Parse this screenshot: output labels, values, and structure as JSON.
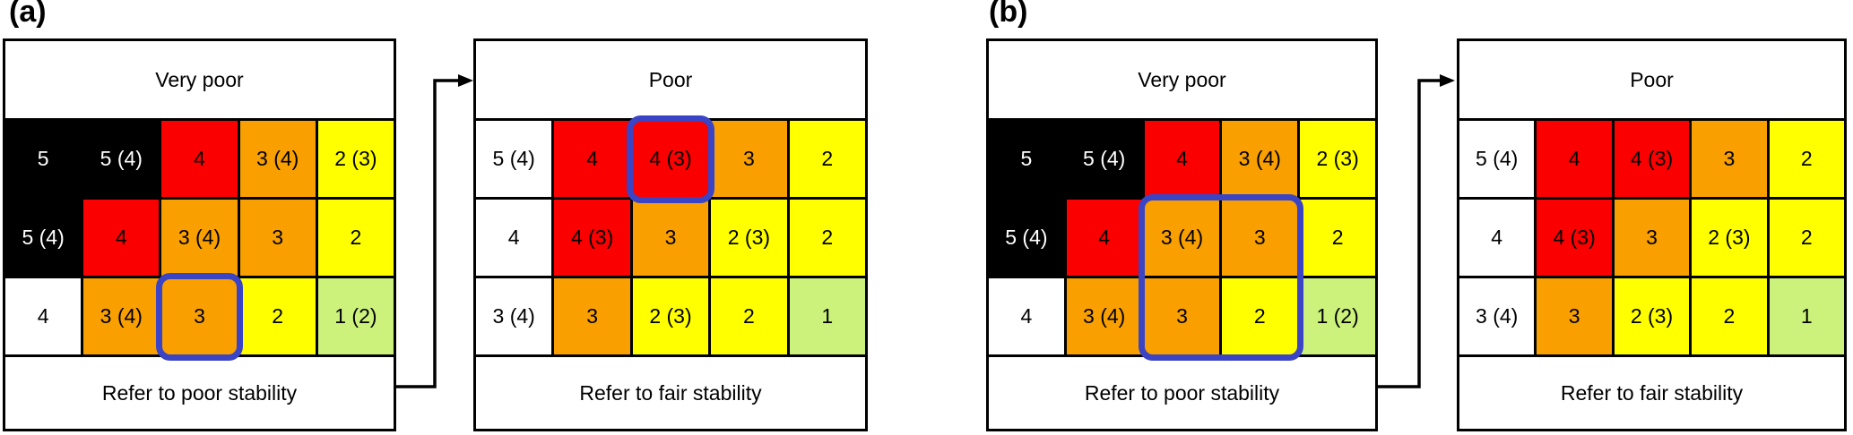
{
  "colors": {
    "black": "#000000",
    "white": "#ffffff",
    "red": "#fa0000",
    "orange": "#f9a000",
    "yellow": "#ffff00",
    "green": "#ccf27c",
    "highlight_blue": "#3b44c4",
    "line": "#000000"
  },
  "panels": [
    {
      "label": "(a)",
      "connector": "arrow from 'Refer to poor stability' footer to 'Poor' matrix header",
      "grids": [
        {
          "header": "Very poor",
          "footer": "Refer to poor stability",
          "rows": [
            [
              {
                "text": "5",
                "color": "black"
              },
              {
                "text": "5 (4)",
                "color": "black"
              },
              {
                "text": "4",
                "color": "red"
              },
              {
                "text": "3 (4)",
                "color": "orange"
              },
              {
                "text": "2 (3)",
                "color": "yellow"
              }
            ],
            [
              {
                "text": "5 (4)",
                "color": "black"
              },
              {
                "text": "4",
                "color": "red"
              },
              {
                "text": "3 (4)",
                "color": "orange"
              },
              {
                "text": "3",
                "color": "orange"
              },
              {
                "text": "2",
                "color": "yellow"
              }
            ],
            [
              {
                "text": "4",
                "color": "white"
              },
              {
                "text": "3 (4)",
                "color": "orange"
              },
              {
                "text": "3",
                "color": "orange"
              },
              {
                "text": "2",
                "color": "yellow"
              },
              {
                "text": "1 (2)",
                "color": "green"
              }
            ]
          ],
          "highlight": {
            "row": 2,
            "col": 2,
            "rows": 1,
            "cols": 1
          }
        },
        {
          "header": "Poor",
          "footer": "Refer to fair stability",
          "rows": [
            [
              {
                "text": "5 (4)",
                "color": "white"
              },
              {
                "text": "4",
                "color": "red"
              },
              {
                "text": "4 (3)",
                "color": "red"
              },
              {
                "text": "3",
                "color": "orange"
              },
              {
                "text": "2",
                "color": "yellow"
              }
            ],
            [
              {
                "text": "4",
                "color": "white"
              },
              {
                "text": "4 (3)",
                "color": "red"
              },
              {
                "text": "3",
                "color": "orange"
              },
              {
                "text": "2 (3)",
                "color": "yellow"
              },
              {
                "text": "2",
                "color": "yellow"
              }
            ],
            [
              {
                "text": "3 (4)",
                "color": "white"
              },
              {
                "text": "3",
                "color": "orange"
              },
              {
                "text": "2 (3)",
                "color": "yellow"
              },
              {
                "text": "2",
                "color": "yellow"
              },
              {
                "text": "1",
                "color": "green"
              }
            ]
          ],
          "highlight": {
            "row": 0,
            "col": 2,
            "rows": 1,
            "cols": 1
          }
        }
      ]
    },
    {
      "label": "(b)",
      "connector": "arrow from 'Refer to poor stability' footer to 'Poor' matrix header",
      "grids": [
        {
          "header": "Very poor",
          "footer": "Refer to poor stability",
          "rows": [
            [
              {
                "text": "5",
                "color": "black"
              },
              {
                "text": "5 (4)",
                "color": "black"
              },
              {
                "text": "4",
                "color": "red"
              },
              {
                "text": "3 (4)",
                "color": "orange"
              },
              {
                "text": "2 (3)",
                "color": "yellow"
              }
            ],
            [
              {
                "text": "5 (4)",
                "color": "black"
              },
              {
                "text": "4",
                "color": "red"
              },
              {
                "text": "3 (4)",
                "color": "orange"
              },
              {
                "text": "3",
                "color": "orange"
              },
              {
                "text": "2",
                "color": "yellow"
              }
            ],
            [
              {
                "text": "4",
                "color": "white"
              },
              {
                "text": "3 (4)",
                "color": "orange"
              },
              {
                "text": "3",
                "color": "orange"
              },
              {
                "text": "2",
                "color": "yellow"
              },
              {
                "text": "1 (2)",
                "color": "green"
              }
            ]
          ],
          "highlight": {
            "row": 1,
            "col": 2,
            "rows": 2,
            "cols": 2
          }
        },
        {
          "header": "Poor",
          "footer": "Refer to fair stability",
          "rows": [
            [
              {
                "text": "5 (4)",
                "color": "white"
              },
              {
                "text": "4",
                "color": "red"
              },
              {
                "text": "4 (3)",
                "color": "red"
              },
              {
                "text": "3",
                "color": "orange"
              },
              {
                "text": "2",
                "color": "yellow"
              }
            ],
            [
              {
                "text": "4",
                "color": "white"
              },
              {
                "text": "4 (3)",
                "color": "red"
              },
              {
                "text": "3",
                "color": "orange"
              },
              {
                "text": "2 (3)",
                "color": "yellow"
              },
              {
                "text": "2",
                "color": "yellow"
              }
            ],
            [
              {
                "text": "3 (4)",
                "color": "white"
              },
              {
                "text": "3",
                "color": "orange"
              },
              {
                "text": "2 (3)",
                "color": "yellow"
              },
              {
                "text": "2",
                "color": "yellow"
              },
              {
                "text": "1",
                "color": "green"
              }
            ]
          ],
          "highlight": null
        }
      ]
    }
  ]
}
